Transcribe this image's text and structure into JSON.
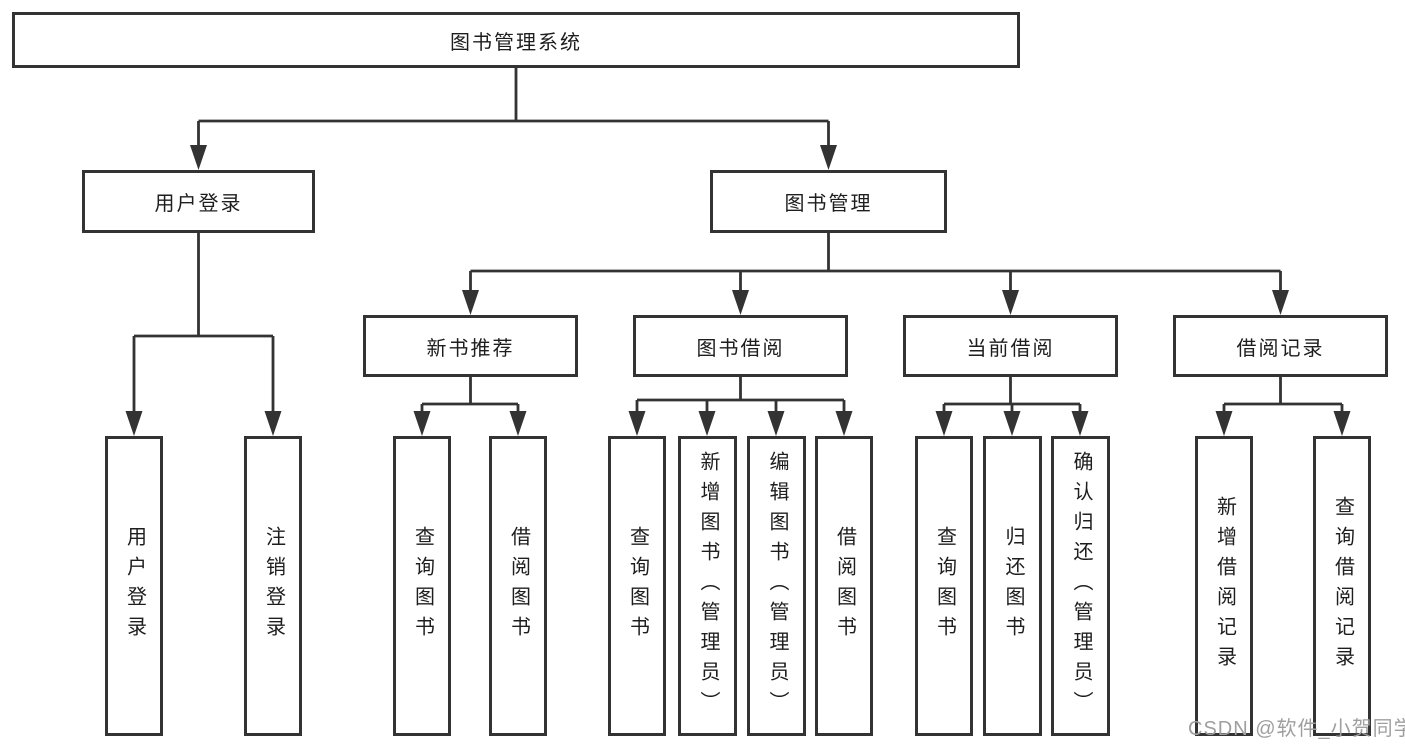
{
  "diagram_title": "图书管理系统",
  "tree": {
    "root": {
      "label": "图书管理系统",
      "children": [
        {
          "label": "用户登录",
          "children": [
            {
              "label": "用户登录"
            },
            {
              "label": "注销登录"
            }
          ]
        },
        {
          "label": "图书管理",
          "children": [
            {
              "label": "新书推荐",
              "children": [
                {
                  "label": "查询图书"
                },
                {
                  "label": "借阅图书"
                }
              ]
            },
            {
              "label": "图书借阅",
              "children": [
                {
                  "label": "查询图书"
                },
                {
                  "label": "新增图书（管理员）"
                },
                {
                  "label": "编辑图书（管理员）"
                },
                {
                  "label": "借阅图书"
                }
              ]
            },
            {
              "label": "当前借阅",
              "children": [
                {
                  "label": "查询图书"
                },
                {
                  "label": "归还图书"
                },
                {
                  "label": "确认归还（管理员）"
                }
              ]
            },
            {
              "label": "借阅记录",
              "children": [
                {
                  "label": "新增借阅记录"
                },
                {
                  "label": "查询借阅记录"
                }
              ]
            }
          ]
        }
      ]
    }
  },
  "watermark": {
    "text": "CSDN @软件_小贺同学"
  },
  "colors": {
    "line": "#333333",
    "box_border": "#333333",
    "text": "#1e1e1e",
    "watermark": "#9f9f9f",
    "background": "#ffffff"
  }
}
